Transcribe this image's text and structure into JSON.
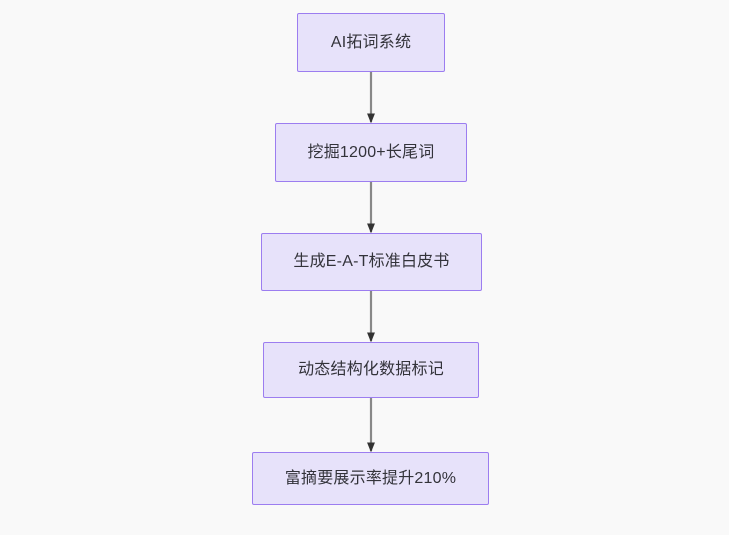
{
  "diagram": {
    "type": "flowchart",
    "direction": "top-to-bottom",
    "background_color": "#f9f9f9",
    "node_fill_color": "#e7e2fa",
    "node_border_color": "#9c7df0",
    "node_text_color": "#33333a",
    "edge_line_color": "#888888",
    "arrowhead_color": "#333333",
    "nodes": [
      {
        "id": "n1",
        "label": "AI拓词系统"
      },
      {
        "id": "n2",
        "label": "挖掘1200+长尾词"
      },
      {
        "id": "n3",
        "label": "生成E-A-T标准白皮书"
      },
      {
        "id": "n4",
        "label": "动态结构化数据标记"
      },
      {
        "id": "n5",
        "label": "富摘要展示率提升210%"
      }
    ],
    "edges": [
      {
        "id": "e1",
        "from": "n1",
        "to": "n2",
        "label": ""
      },
      {
        "id": "e2",
        "from": "n2",
        "to": "n3",
        "label": ""
      },
      {
        "id": "e3",
        "from": "n3",
        "to": "n4",
        "label": ""
      },
      {
        "id": "e4",
        "from": "n4",
        "to": "n5",
        "label": ""
      }
    ]
  }
}
